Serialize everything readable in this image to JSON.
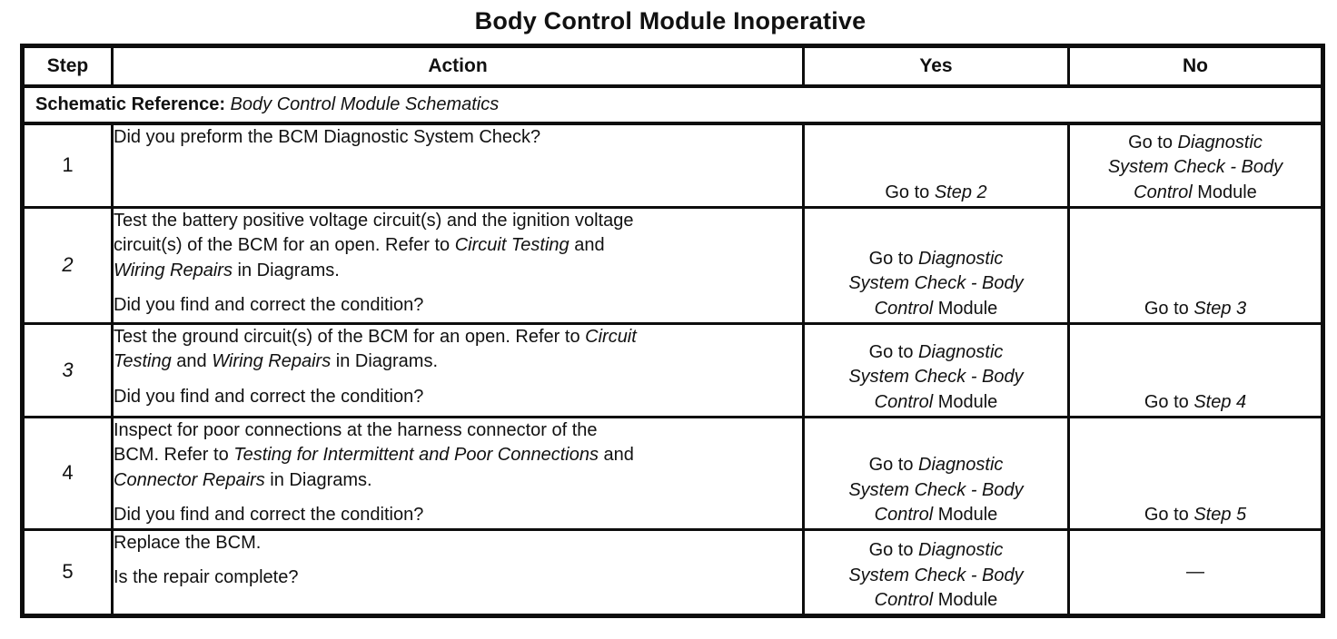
{
  "page": {
    "title": "Body Control Module Inoperative"
  },
  "table": {
    "headers": {
      "step": "Step",
      "action": "Action",
      "yes": "Yes",
      "no": "No"
    },
    "schematic_reference": [
      {
        "t": "Schematic Reference: ",
        "b": true
      },
      {
        "t": "Body Control Module Schematics",
        "i": true
      }
    ],
    "rows": [
      {
        "step": [
          {
            "t": "1"
          }
        ],
        "action": [
          [
            {
              "t": "Did you preform the BCM Diagnostic System Check?"
            }
          ]
        ],
        "yes": [
          {
            "t": "Go to "
          },
          {
            "t": "Step 2",
            "i": true
          }
        ],
        "no": [
          {
            "t": "Go to "
          },
          {
            "t": "Diagnostic\nSystem Check - Body\nControl",
            "i": true
          },
          {
            "t": " Module"
          }
        ]
      },
      {
        "step": [
          {
            "t": "2",
            "i": true
          }
        ],
        "action": [
          [
            {
              "t": "Test the battery positive voltage circuit(s) and the ignition voltage\ncircuit(s) of the BCM for an open. Refer to "
            },
            {
              "t": "Circuit Testing",
              "i": true
            },
            {
              "t": " and\n"
            },
            {
              "t": "Wiring Repairs",
              "i": true
            },
            {
              "t": " in Diagrams."
            }
          ],
          [
            {
              "t": "Did you find and correct the condition?"
            }
          ]
        ],
        "yes": [
          {
            "t": "Go to "
          },
          {
            "t": "Diagnostic\nSystem Check - Body\nControl",
            "i": true
          },
          {
            "t": " Module"
          }
        ],
        "no": [
          {
            "t": "Go to "
          },
          {
            "t": "Step 3",
            "i": true
          }
        ]
      },
      {
        "step": [
          {
            "t": "3",
            "i": true
          }
        ],
        "action": [
          [
            {
              "t": "Test the ground circuit(s) of the BCM for an open. Refer to "
            },
            {
              "t": "Circuit\nTesting",
              "i": true
            },
            {
              "t": " and "
            },
            {
              "t": "Wiring Repairs",
              "i": true
            },
            {
              "t": " in Diagrams."
            }
          ],
          [
            {
              "t": "Did you find and correct the condition?"
            }
          ]
        ],
        "yes": [
          {
            "t": "Go to "
          },
          {
            "t": "Diagnostic\nSystem Check - Body\nControl",
            "i": true
          },
          {
            "t": " Module"
          }
        ],
        "no": [
          {
            "t": "Go to "
          },
          {
            "t": "Step 4",
            "i": true
          }
        ]
      },
      {
        "step": [
          {
            "t": "4"
          }
        ],
        "action": [
          [
            {
              "t": "Inspect for poor connections at the harness connector of the\nBCM. Refer to "
            },
            {
              "t": "Testing for Intermittent and Poor Connections",
              "i": true
            },
            {
              "t": " and\n"
            },
            {
              "t": "Connector Repairs",
              "i": true
            },
            {
              "t": " in Diagrams."
            }
          ],
          [
            {
              "t": "Did you find and correct the condition?"
            }
          ]
        ],
        "yes": [
          {
            "t": "Go to "
          },
          {
            "t": "Diagnostic\nSystem Check - Body\nControl",
            "i": true
          },
          {
            "t": " Module"
          }
        ],
        "no": [
          {
            "t": "Go to "
          },
          {
            "t": "Step 5",
            "i": true
          }
        ]
      },
      {
        "step": [
          {
            "t": "5"
          }
        ],
        "action": [
          [
            {
              "t": "Replace the BCM."
            }
          ],
          [
            {
              "t": "Is the repair complete?"
            }
          ]
        ],
        "yes": [
          {
            "t": "Go to "
          },
          {
            "t": "Diagnostic\nSystem Check - Body\nControl",
            "i": true
          },
          {
            "t": " Module"
          }
        ],
        "no": [
          {
            "t": "—"
          }
        ]
      }
    ]
  }
}
